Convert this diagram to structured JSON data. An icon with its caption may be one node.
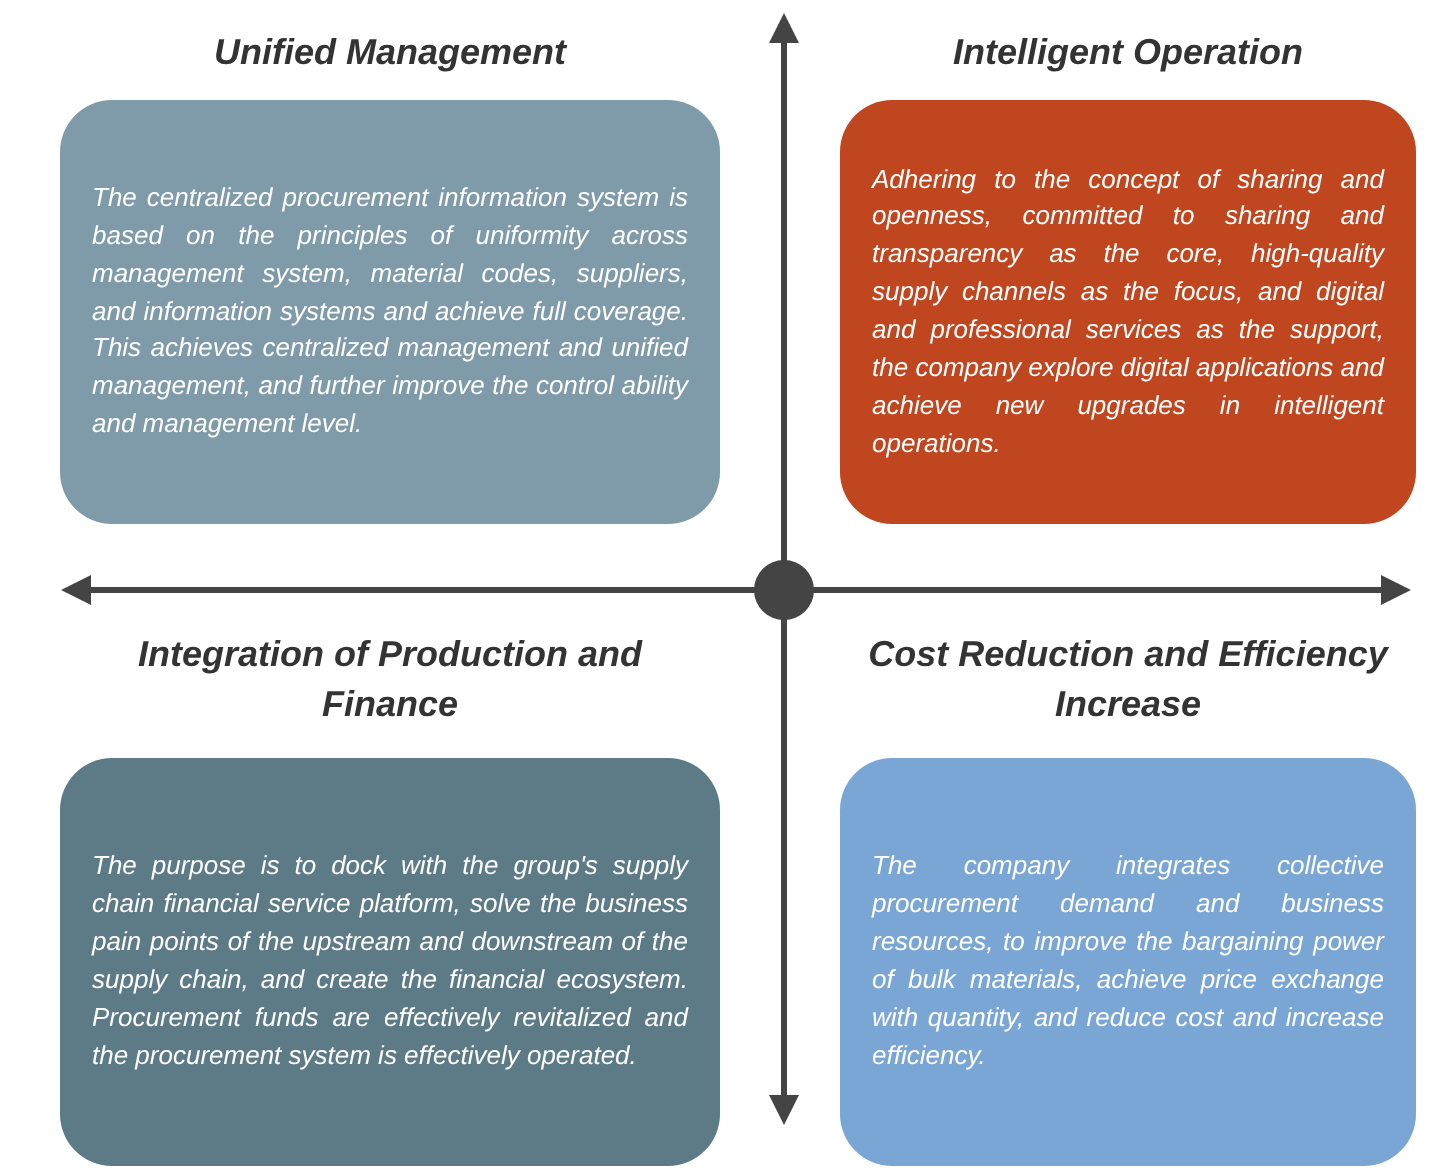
{
  "diagram": {
    "nodes": [
      {
        "text": [
          "Unified Management",
          "The centralized procurement information system is based on the principles of uniformity across management system, material codes, suppliers, and information systems and achieve full coverage. This achieves centralized management and unified management, and further improve the control ability and management level."
        ]
      },
      {
        "text": [
          "Intelligent Operation",
          "Adhering to the concept of sharing and openness, committed to sharing and transparency as the core, high-quality supply channels as the focus, and digital and professional services as the support, the company explore digital applications and achieve new upgrades in intelligent operations."
        ]
      },
      {
        "text": [
          "Integration of Production and Finance",
          "The purpose is to dock with the group's supply chain financial service platform, solve the business pain points of the upstream and downstream of the supply chain, and create the financial ecosystem. Procurement funds are effectively revitalized and the procurement system is effectively operated."
        ]
      },
      {
        "text": [
          "Cost Reduction and Efficiency Increase",
          "The company integrates collective procurement demand and business resources, to improve the bargaining power of bulk materials, achieve price exchange with quantity, and reduce cost and increase efficiency."
        ]
      }
    ],
    "edges": []
  }
}
